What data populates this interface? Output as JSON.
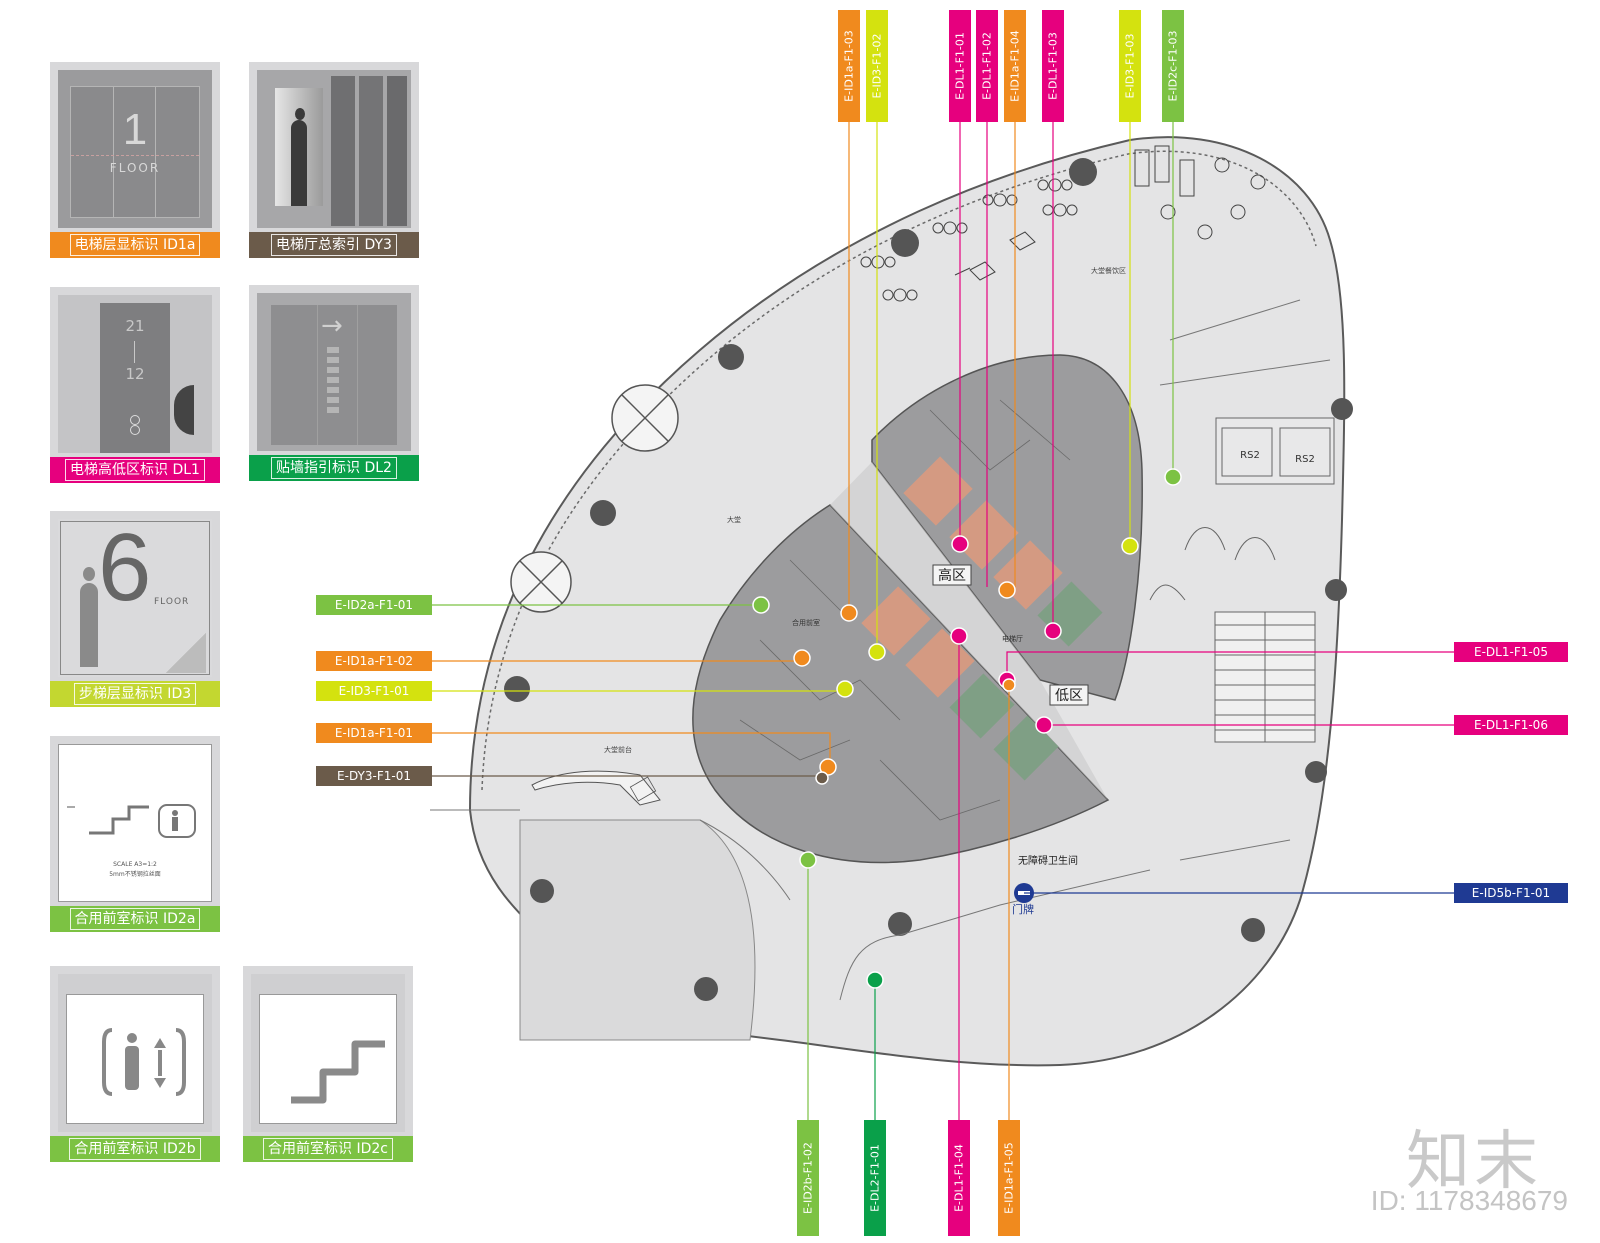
{
  "legend_cards": [
    {
      "caption": "电梯层显标识 ID1a",
      "color": "#f08a1e",
      "thumb_text": [
        "1",
        "FLOOR"
      ],
      "icon": "elevator-door-floor-icon"
    },
    {
      "caption": "电梯厅总索引 DY3",
      "color": "#6b5b4a",
      "thumb_text": [],
      "icon": "elevator-hall-index-icon"
    },
    {
      "caption": "电梯高低区标识 DL1",
      "color": "#e6007e",
      "thumb_text": [
        "21",
        "12"
      ],
      "icon": "elevator-zone-icon"
    },
    {
      "caption": "贴墙指引标识 DL2",
      "color": "#0aa04a",
      "thumb_text": [
        "→"
      ],
      "icon": "wall-guide-arrow-icon"
    },
    {
      "caption": "步梯层显标识 ID3",
      "color": "#c3d730",
      "thumb_text": [
        "6",
        "FLOOR"
      ],
      "icon": "stair-floor-icon"
    },
    {
      "caption": "合用前室标识 ID2a",
      "color": "#7cc243",
      "thumb_text": [
        "SCALE A3=1:2",
        "5mm不锈钢拉丝面"
      ],
      "icon": "stair-and-elevator-icon"
    },
    {
      "caption": "合用前室标识 ID2b",
      "color": "#7cc243",
      "thumb_text": [],
      "icon": "elevator-person-icon"
    },
    {
      "caption": "合用前室标识 ID2c",
      "color": "#7cc243",
      "thumb_text": [],
      "icon": "stair-icon"
    }
  ],
  "top_tags": [
    {
      "label": "E-ID1a-F1-03",
      "color": "#f08a1e",
      "text_color": "#ffffff"
    },
    {
      "label": "E-ID3-F1-02",
      "color": "#d4e20f",
      "text_color": "#ffffff"
    },
    {
      "label": "E-DL1-F1-01",
      "color": "#e6007e",
      "text_color": "#ffffff"
    },
    {
      "label": "E-DL1-F1-02",
      "color": "#e6007e",
      "text_color": "#ffffff"
    },
    {
      "label": "E-ID1a-F1-04",
      "color": "#f08a1e",
      "text_color": "#ffffff"
    },
    {
      "label": "E-DL1-F1-03",
      "color": "#e6007e",
      "text_color": "#ffffff"
    },
    {
      "label": "E-ID3-F1-03",
      "color": "#d4e20f",
      "text_color": "#ffffff"
    },
    {
      "label": "E-ID2c-F1-03",
      "color": "#7cc243",
      "text_color": "#ffffff"
    }
  ],
  "left_tags": [
    {
      "label": "E-ID2a-F1-01",
      "color": "#7cc243"
    },
    {
      "label": "E-ID1a-F1-02",
      "color": "#f08a1e"
    },
    {
      "label": "E-ID3-F1-01",
      "color": "#d4e20f"
    },
    {
      "label": "E-ID1a-F1-01",
      "color": "#f08a1e"
    },
    {
      "label": "E-DY3-F1-01",
      "color": "#6b5b4a"
    }
  ],
  "right_tags": [
    {
      "label": "E-DL1-F1-05",
      "color": "#e6007e"
    },
    {
      "label": "E-DL1-F1-06",
      "color": "#e6007e"
    },
    {
      "label": "E-ID5b-F1-01",
      "color": "#1f3a93"
    }
  ],
  "bottom_tags": [
    {
      "label": "E-ID2b-F1-02",
      "color": "#7cc243"
    },
    {
      "label": "E-DL2-F1-01",
      "color": "#0aa04a"
    },
    {
      "label": "E-DL1-F1-04",
      "color": "#e6007e"
    },
    {
      "label": "E-ID1a-F1-05",
      "color": "#f08a1e"
    }
  ],
  "plan_labels": {
    "high_zone": "高区",
    "low_zone": "低区",
    "lobby": "大堂",
    "lobby_dining": "大堂餐饮区",
    "lobby_reception": "大堂前台",
    "elevator_hall": "电梯厅",
    "shared_anteroom": "合用前室",
    "accessible_toilet": "无障碍卫生间",
    "door_sign": "门牌",
    "rs_left": "RS2",
    "rs_right": "RS2"
  },
  "watermark": {
    "brand": "知末",
    "id": "ID: 1178348679"
  }
}
